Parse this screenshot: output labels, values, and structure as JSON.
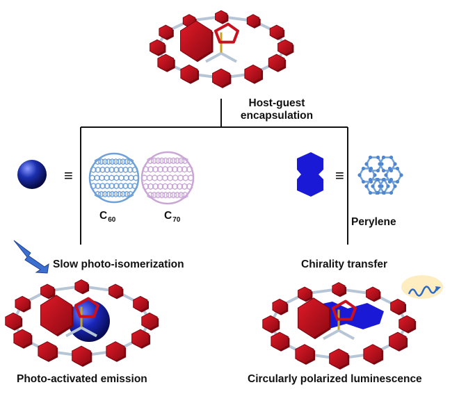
{
  "labels": {
    "host_guest_line1": "Host-guest",
    "host_guest_line2": "encapsulation",
    "c60_main": "C",
    "c60_sub": "60",
    "c70_main": "C",
    "c70_sub": "70",
    "perylene": "Perylene",
    "slow_photo": "Slow photo-isomerization",
    "chirality": "Chirality transfer",
    "photo_emission": "Photo-activated emission",
    "cpl": "Circularly polarized luminescence",
    "equiv_left": "≡",
    "equiv_right": "≡"
  },
  "colors": {
    "ring_red": "#c8101e",
    "ring_dark": "#7a0710",
    "linker": "#b7c6d6",
    "fullerene_blue": "#6fa0d8",
    "fullerene_pink": "#c9a6d6",
    "sphere": "#1c2fb0",
    "perylene_block": "#1a1ad6",
    "lightning": "#3c6fd0",
    "wave": "#f2c14a"
  }
}
